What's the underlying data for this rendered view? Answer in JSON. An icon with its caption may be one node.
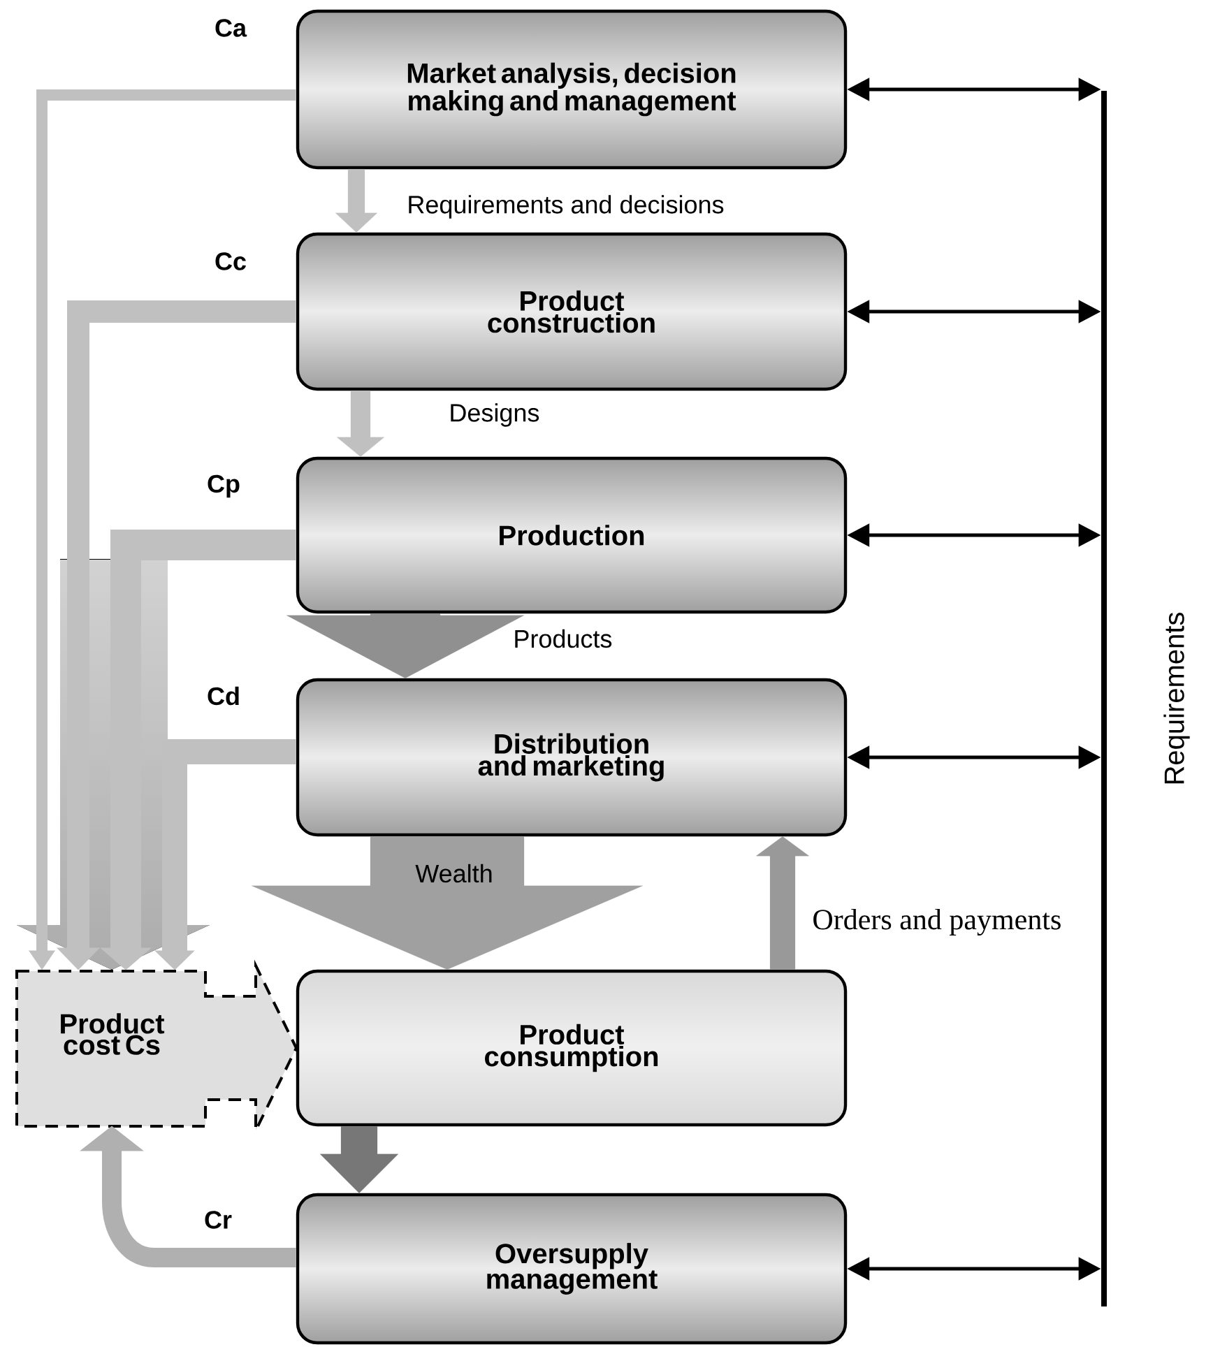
{
  "diagram": {
    "nodes": [
      {
        "text": [
          "Market analysis, decision making and management"
        ]
      },
      {
        "text": [
          "Product construction"
        ]
      },
      {
        "text": [
          "Production"
        ]
      },
      {
        "text": [
          "Distribution and marketing"
        ]
      },
      {
        "text": [
          "Product consumption"
        ]
      },
      {
        "text": [
          "Oversupply management"
        ]
      },
      {
        "text": [
          "Product cost Cs"
        ]
      },
      {
        "text": [],
        "shape": "bar",
        "beside": [
          "Requirements"
        ]
      }
    ],
    "edges": [
      {
        "from": 0,
        "to": 1,
        "arrow": "to",
        "label": "Requirements and decisions",
        "color": "#c0c0c0"
      },
      {
        "from": 1,
        "to": 2,
        "arrow": "to",
        "label": "Designs",
        "color": "#c0c0c0"
      },
      {
        "from": 2,
        "to": 3,
        "arrow": "to",
        "label": "Products",
        "style": "thick",
        "color": "#909090"
      },
      {
        "from": 3,
        "to": 4,
        "arrow": "to",
        "label": "Wealth",
        "style": "thick",
        "color": "#a0a0a0"
      },
      {
        "from": 4,
        "to": 3,
        "arrow": "to",
        "label": "Orders and payments",
        "color": "#999999"
      },
      {
        "from": 4,
        "to": 5,
        "arrow": "to",
        "style": "thick",
        "color": "#777777"
      },
      {
        "from": 0,
        "to": 6,
        "arrow": "to",
        "style": "thick",
        "color": "#c0c0c0"
      },
      {
        "from": 1,
        "to": 6,
        "arrow": "to",
        "style": "thick",
        "color": "#c0c0c0"
      },
      {
        "from": 2,
        "to": 6,
        "arrow": "to",
        "style": "thick",
        "color": "#c0c0c0"
      },
      {
        "from": 3,
        "to": 6,
        "arrow": "to",
        "style": "thick",
        "color": "#c0c0c0"
      },
      {
        "from": 5,
        "to": 6,
        "arrow": "to",
        "style": "thick",
        "color": "#b0b0b0"
      },
      {
        "from": 0,
        "to": 7,
        "arrow": "both",
        "color": "#000000"
      },
      {
        "from": 1,
        "to": 7,
        "arrow": "both",
        "color": "#000000"
      },
      {
        "from": 2,
        "to": 7,
        "arrow": "both",
        "color": "#000000"
      },
      {
        "from": 3,
        "to": 7,
        "arrow": "both",
        "color": "#000000"
      },
      {
        "from": 5,
        "to": 7,
        "arrow": "both",
        "color": "#000000"
      }
    ],
    "labels": [
      "Ca",
      "Cc",
      "Cp",
      "Cd",
      "Cr"
    ]
  }
}
